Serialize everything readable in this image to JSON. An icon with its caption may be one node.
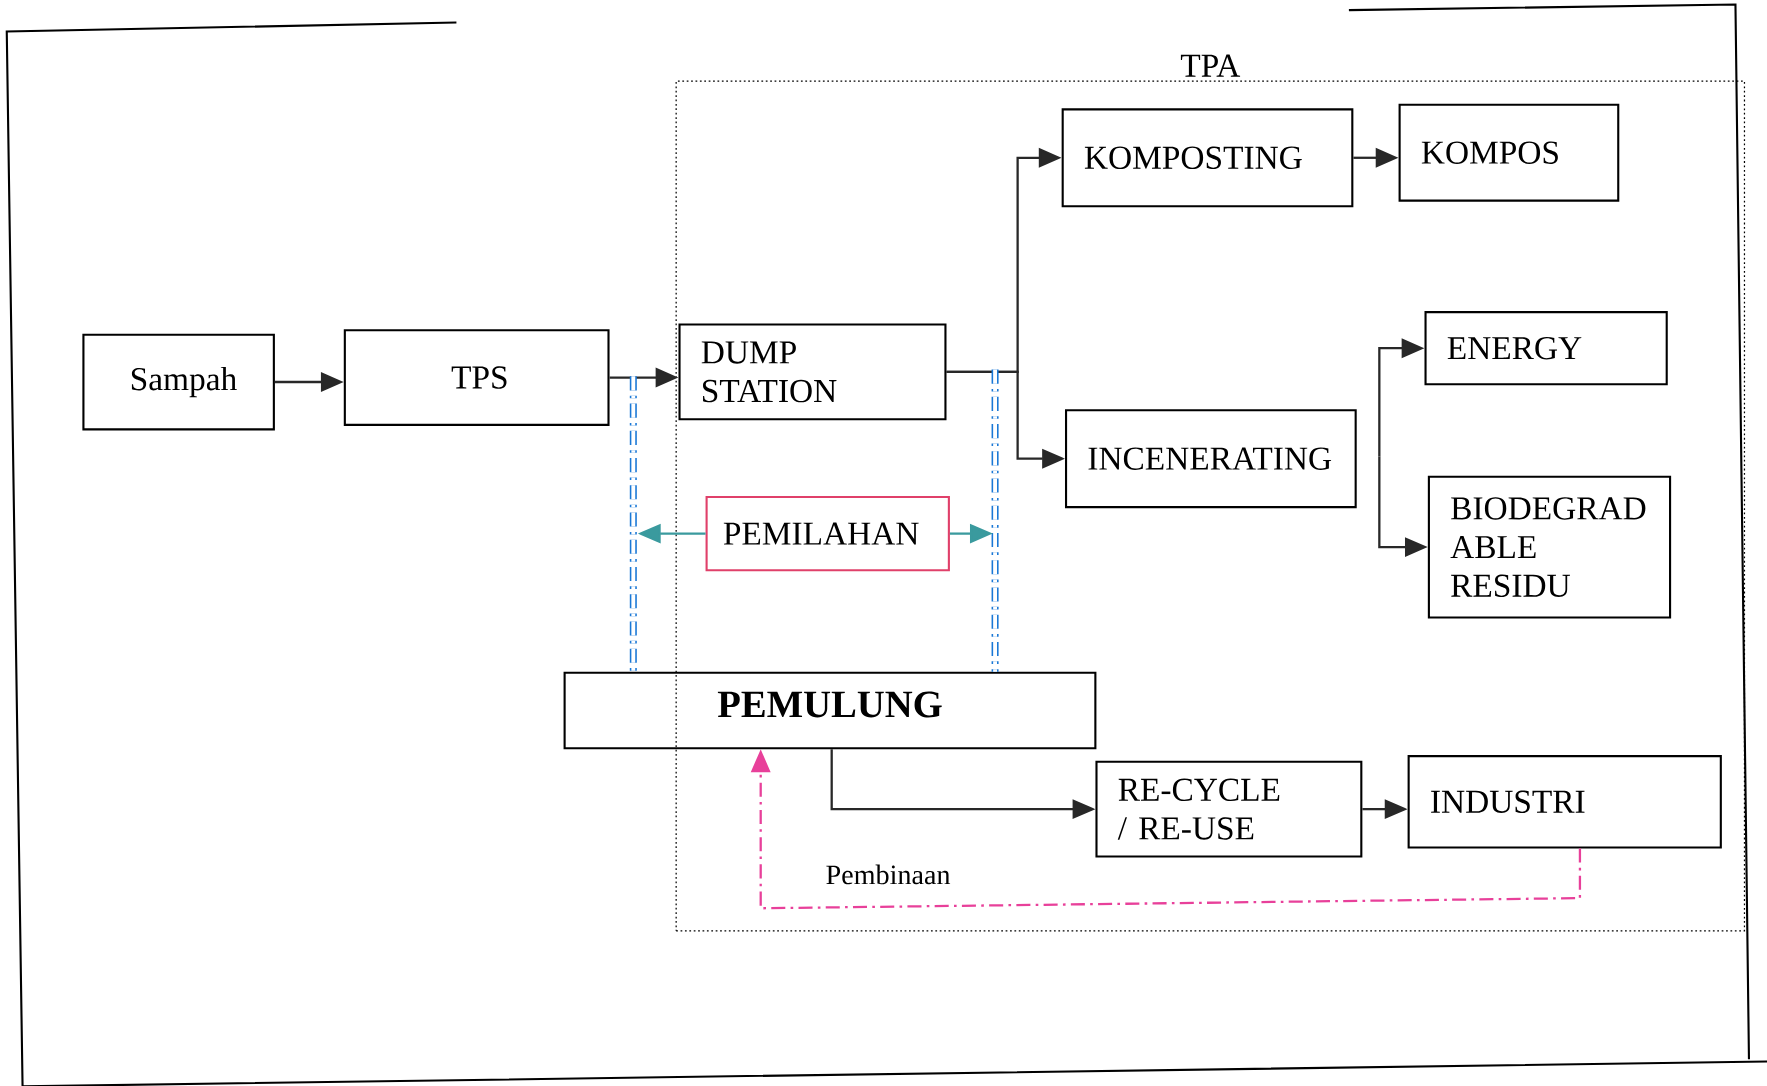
{
  "diagram": {
    "nodes": [
      {
        "text": [
          "TPA"
        ]
      },
      {
        "text": [
          "Sampah"
        ]
      },
      {
        "text": [
          "TPS"
        ]
      },
      {
        "text": [
          "DUMP STATION"
        ],
        "in": 0
      },
      {
        "text": [
          "KOMPOSTING"
        ],
        "in": 0
      },
      {
        "text": [
          "KOMPOS"
        ],
        "in": 0
      },
      {
        "text": [
          "INCENERATING"
        ],
        "in": 0
      },
      {
        "text": [
          "ENERGY"
        ],
        "in": 0
      },
      {
        "text": [
          "BIODEGRAD ABLE RESIDU"
        ],
        "in": 0
      },
      {
        "text": [
          "PEMILAHAN"
        ],
        "in": 0
      },
      {
        "text": [
          "PEMULUNG"
        ]
      },
      {
        "text": [
          "RE-CYCLE / RE-USE"
        ],
        "in": 0
      },
      {
        "text": [
          "INDUSTRI"
        ],
        "in": 0
      }
    ],
    "edges": [
      {
        "from": 1,
        "to": 2,
        "arrow": "to"
      },
      {
        "from": 2,
        "to": 3,
        "arrow": "to"
      },
      {
        "from": 3,
        "to": 4,
        "arrow": "to"
      },
      {
        "from": 3,
        "to": 6,
        "arrow": "to"
      },
      {
        "from": 4,
        "to": 5,
        "arrow": "to"
      },
      {
        "from": null,
        "to": 7,
        "arrow": "to"
      },
      {
        "from": null,
        "to": 8,
        "arrow": "to"
      },
      {
        "from": 10,
        "to": 11,
        "arrow": "to"
      },
      {
        "from": 11,
        "to": 12,
        "arrow": "to"
      },
      {
        "from": 12,
        "to": 10,
        "arrow": "to",
        "label": "Pembinaan",
        "style": "dashed",
        "color": "#e8409a"
      },
      {
        "from": null,
        "to": 10,
        "arrow": "none",
        "style": "dashed",
        "color": "#1a78d6"
      },
      {
        "from": null,
        "to": 10,
        "arrow": "none",
        "style": "dashed",
        "color": "#1a78d6"
      },
      {
        "from": 9,
        "to": null,
        "arrow": "to",
        "color": "#3a9a9e"
      },
      {
        "from": 9,
        "to": null,
        "arrow": "to",
        "color": "#3a9a9e"
      }
    ]
  }
}
